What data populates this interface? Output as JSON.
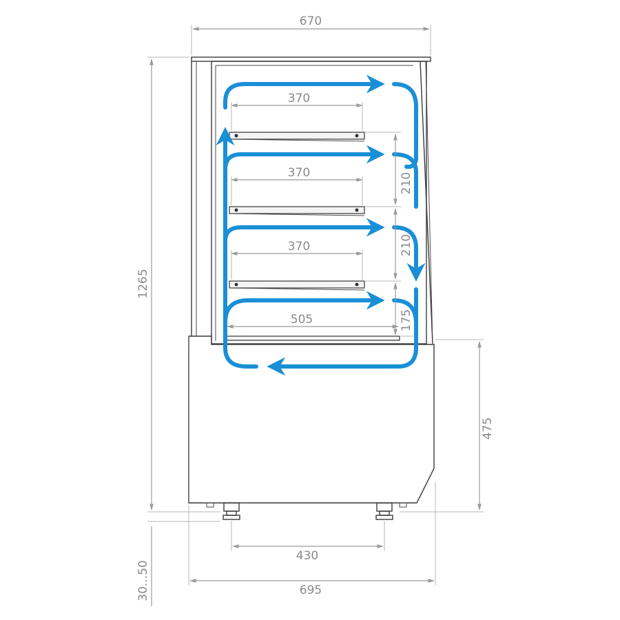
{
  "dimensions": {
    "overall_width_top": "670",
    "shelf_depth_1": "370",
    "shelf_depth_2": "370",
    "shelf_depth_3": "370",
    "bottom_depth": "505",
    "shelf_gap_1": "210",
    "shelf_gap_2": "210",
    "bottom_gap": "175",
    "total_height": "1265",
    "base_height": "475",
    "feet_spacing": "430",
    "overall_width_base": "695",
    "feet_adjust": "30...50"
  },
  "colors": {
    "airflow": "#1a8fd6",
    "dimension": "#9b9b9b",
    "outline": "#3a3a3a"
  }
}
